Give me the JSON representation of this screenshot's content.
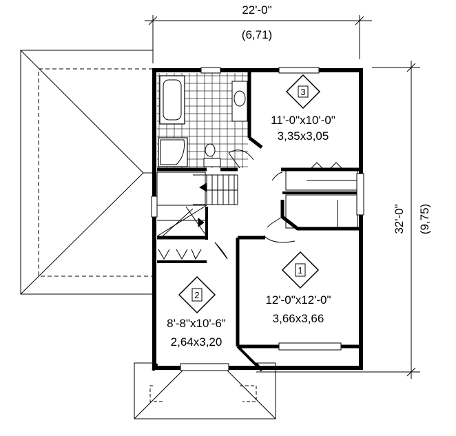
{
  "dimensions": {
    "width_imperial": "22'-0\"",
    "width_metric": "(6,71)",
    "depth_imperial": "32'-0\"",
    "depth_metric": "(9,75)"
  },
  "rooms": [
    {
      "badge": "3",
      "imperial": "11'-0\"x10'-0\"",
      "metric": "3,35x3,05"
    },
    {
      "badge": "1",
      "imperial": "12'-0\"x12'-0\"",
      "metric": "3,66x3,66"
    },
    {
      "badge": "2",
      "imperial": "8'-8\"x10'-6\"",
      "metric": "2,64x3,20"
    }
  ]
}
